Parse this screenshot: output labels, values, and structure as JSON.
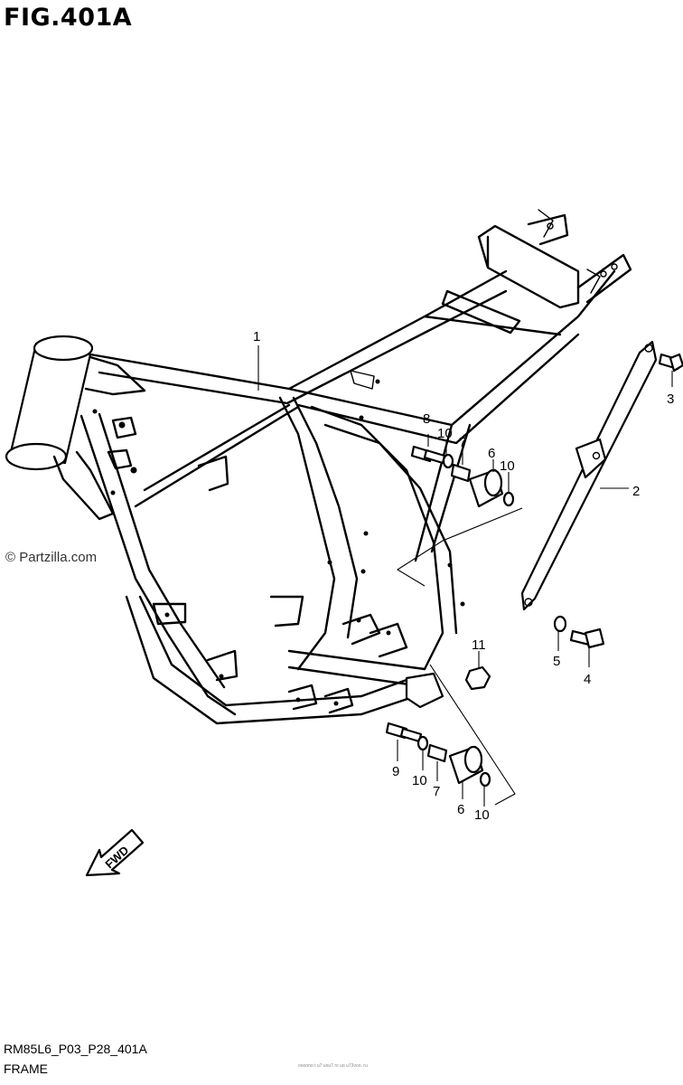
{
  "figure": {
    "title": "FIG.401A",
    "watermark": "© Partzilla.com",
    "code": "RM85L6_P03_P28_401A",
    "name": "FRAME",
    "fine_print": "oooono t u7 uou7 ro uo u73voo. ru"
  },
  "forward_arrow": {
    "label": "FWD"
  },
  "callouts": [
    {
      "id": "1",
      "label": "1"
    },
    {
      "id": "2",
      "label": "2"
    },
    {
      "id": "3",
      "label": "3"
    },
    {
      "id": "4",
      "label": "4"
    },
    {
      "id": "5",
      "label": "5"
    },
    {
      "id": "6a",
      "label": "6"
    },
    {
      "id": "6b",
      "label": "6"
    },
    {
      "id": "7a",
      "label": "7"
    },
    {
      "id": "7b",
      "label": "7"
    },
    {
      "id": "8",
      "label": "8"
    },
    {
      "id": "9",
      "label": "9"
    },
    {
      "id": "10a",
      "label": "10"
    },
    {
      "id": "10b",
      "label": "10"
    },
    {
      "id": "10c",
      "label": "10"
    },
    {
      "id": "10d",
      "label": "10"
    },
    {
      "id": "11",
      "label": "11"
    }
  ]
}
